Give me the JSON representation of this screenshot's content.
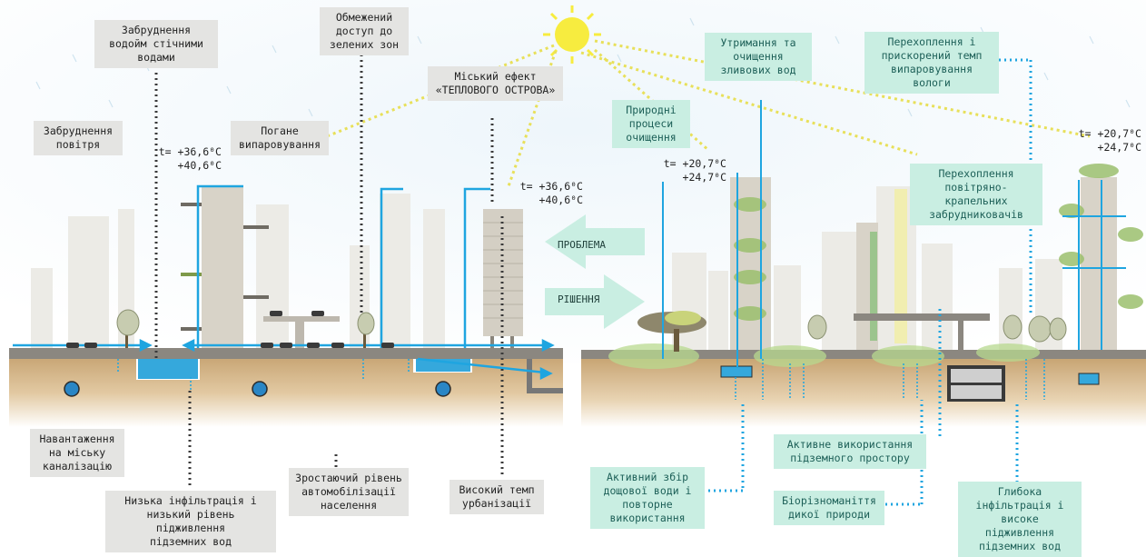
{
  "left_labels": {
    "air_pollution": "Забруднення\nповітря",
    "water_pollution": "Забруднення\nводойм стічними\nводами",
    "poor_evaporation": "Погане\nвипаровування",
    "limited_green": "Обмежений\nдоступ до\nзелених зон",
    "heat_island": "Міський ефект\n«ТЕПЛОВОГО ОСТРОВА»",
    "sewer_load": "Навантаження\nна міську\nканалізацію",
    "low_infiltration": "Низька інфільтрація і\nнизький рівень підживлення\nпідземних вод",
    "motorization": "Зростаючий рівень\nавтомобілізації\nнаселення",
    "urbanization": "Високий темп\nурбанізації"
  },
  "right_labels": {
    "stormwater": "Утримання та\nочищення\nзливових вод",
    "interception": "Перехоплення і\nприскорений темп\nвипаровування вологи",
    "natural_cleaning": "Природні\nпроцеси\nочищення",
    "airborne": "Перехоплення\nповітряно-крапельних\nзабрудниковачів",
    "underground": "Активне використання\nпідземного простору",
    "rain_collect": "Активний збір\nдощової води і\nповторне\nвикористання",
    "biodiversity": "Біорізноманіття\nдикої природи",
    "deep_infiltration": "Глибока\nінфільтрація і\nвисоке підживлення\nпідземних вод"
  },
  "temperatures": {
    "left_1": "t= +36,6⁰C\n+40,6⁰C",
    "left_2": "t= +36,6⁰C\n+40,6⁰C",
    "right_1": "t= +20,7⁰C\n+24,7⁰C",
    "right_2": "t= +20,7⁰C\n+24,7⁰C"
  },
  "arrows": {
    "problem": "ПРОБЛЕМА",
    "solution": "РІШЕННЯ"
  },
  "colors": {
    "blue": "#1fa5e0",
    "ground": "#d9b98a",
    "mint": "#c9eee2",
    "grey_box": "#e4e4e2",
    "sun": "#f7ec3f"
  }
}
